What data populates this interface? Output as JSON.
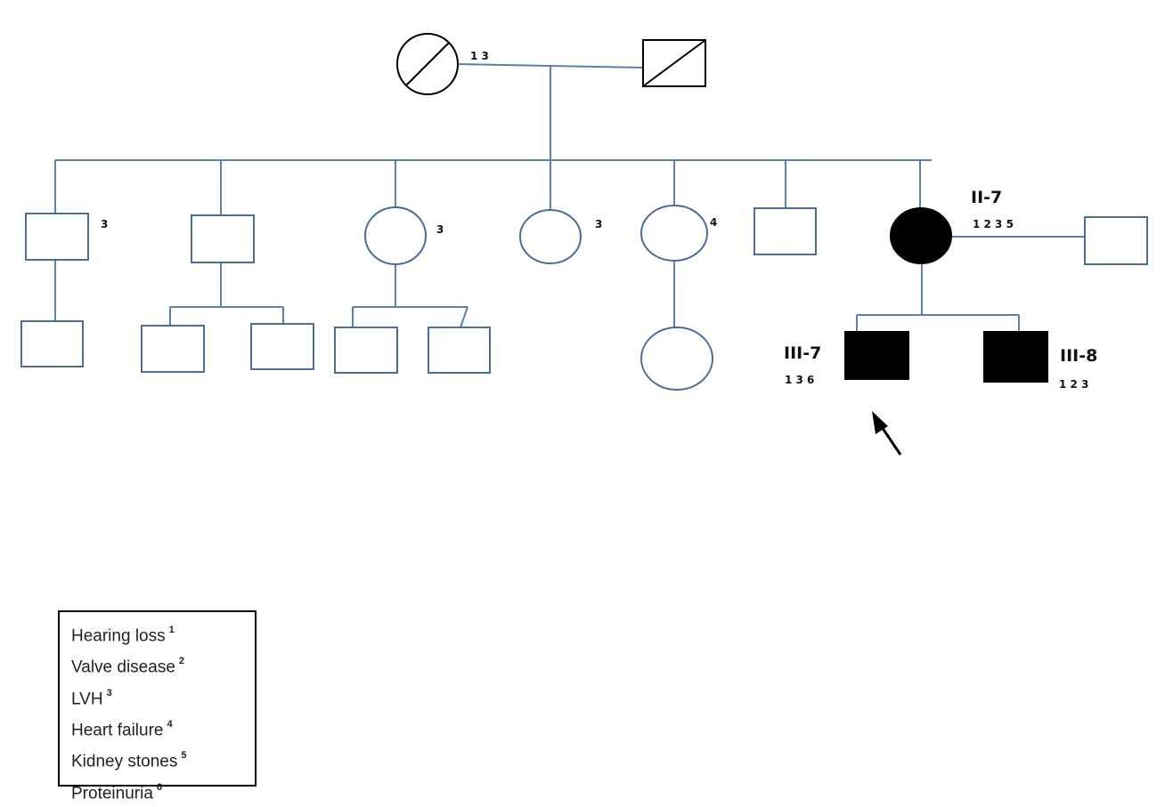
{
  "individuals": {
    "I_1": {
      "numbers": "1 3"
    },
    "II_1": {
      "numbers": "3"
    },
    "II_3": {
      "numbers": "3"
    },
    "II_4": {
      "numbers": "3"
    },
    "II_5": {
      "numbers": "4"
    },
    "II_7": {
      "id": "II-7",
      "numbers": "1 2 3 5"
    },
    "III_7": {
      "id": "III-7",
      "numbers": "1 3 6"
    },
    "III_8": {
      "id": "III-8",
      "numbers": "1 2 3"
    }
  },
  "legend": {
    "items": [
      {
        "label": "Hearing loss",
        "mark": "1"
      },
      {
        "label": "Valve disease",
        "mark": "2"
      },
      {
        "label": "LVH",
        "mark": "3"
      },
      {
        "label": "Heart failure",
        "mark": "4"
      },
      {
        "label": "Kidney stones",
        "mark": "5"
      },
      {
        "label": "Proteinuria",
        "mark": "6"
      }
    ]
  },
  "colors": {
    "line": "#5b7fae",
    "affected": "#000000",
    "unaffected_stroke": "#4a6c9b"
  }
}
